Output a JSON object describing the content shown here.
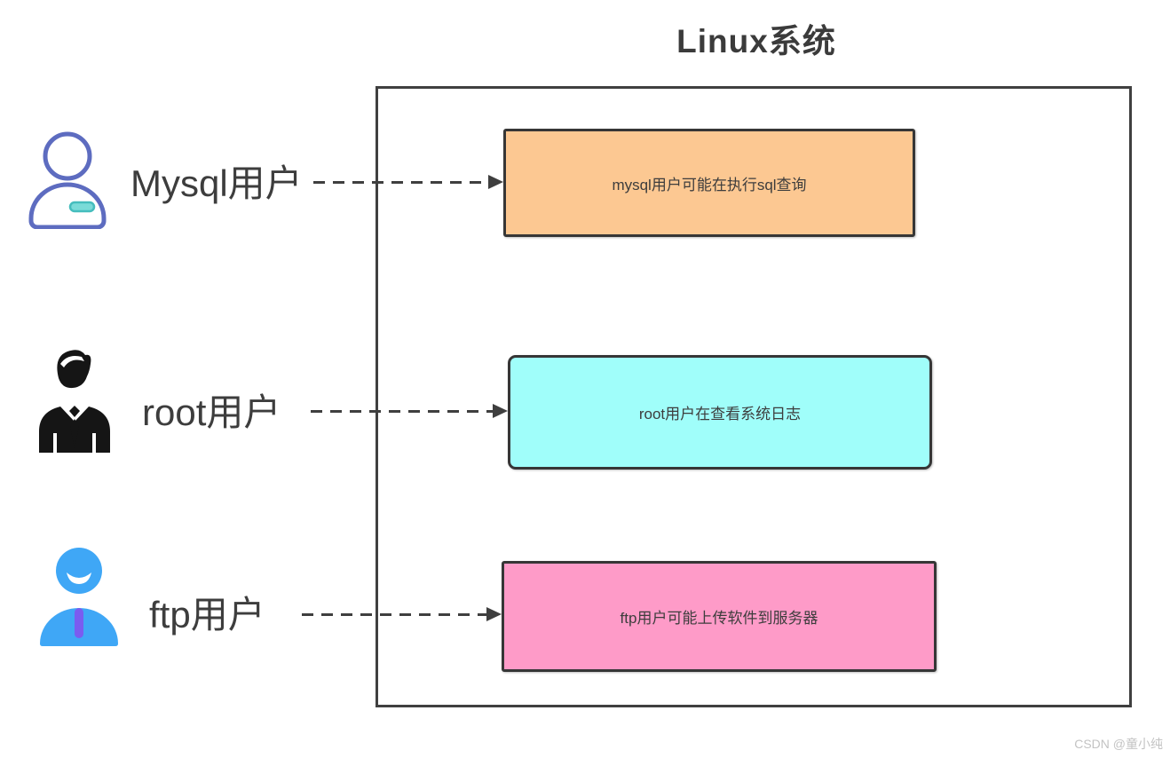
{
  "diagram": {
    "title": "Linux系统",
    "watermark": "CSDN @童小纯",
    "arrow_style": "dashed",
    "outline_color": "#404040",
    "text_color": "#3d3d3d",
    "watermark_color": "#c3c3c3"
  },
  "users": [
    {
      "label": "Mysql用户",
      "icon": "person-outline-icon",
      "icon_color": "#5d6cc0",
      "badge_color": "#7adbd8",
      "task": "mysql用户可能在执行sql查询",
      "task_box_color": "#fcc892"
    },
    {
      "label": "root用户",
      "icon": "businessman-icon",
      "icon_color": "#151515",
      "task": "root用户在查看系统日志",
      "task_box_color": "#a0fefa"
    },
    {
      "label": "ftp用户",
      "icon": "person-filled-icon",
      "icon_color": "#3fa7f6",
      "tie_color": "#7a5cf0",
      "task": "ftp用户可能上传软件到服务器",
      "task_box_color": "#fe9bc8"
    }
  ]
}
